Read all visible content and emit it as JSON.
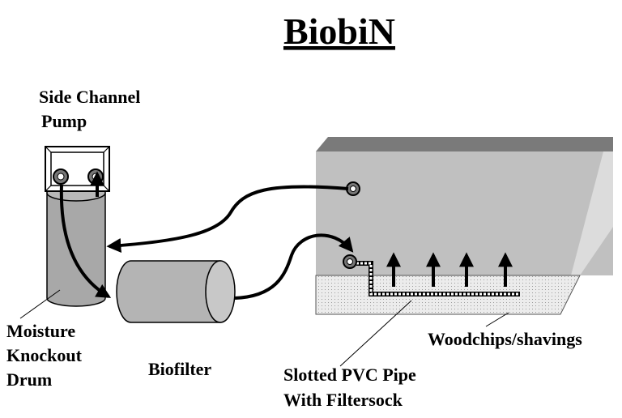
{
  "title": "BiobiN",
  "labels": {
    "pump": [
      "Side Channel",
      "Pump"
    ],
    "drum": [
      "Moisture",
      "Knockout",
      "Drum"
    ],
    "biofilter": "Biofilter",
    "pipe": [
      "Slotted PVC Pipe",
      "With Filtersock"
    ],
    "woodchips": "Woodchips/shavings"
  },
  "colors": {
    "bin_front": "#c0c0c0",
    "bin_top": "#7a7a7a",
    "bin_side": "#dcdcdc",
    "drum": "#a8a8a8",
    "woodchips": "#e4e4e4"
  }
}
